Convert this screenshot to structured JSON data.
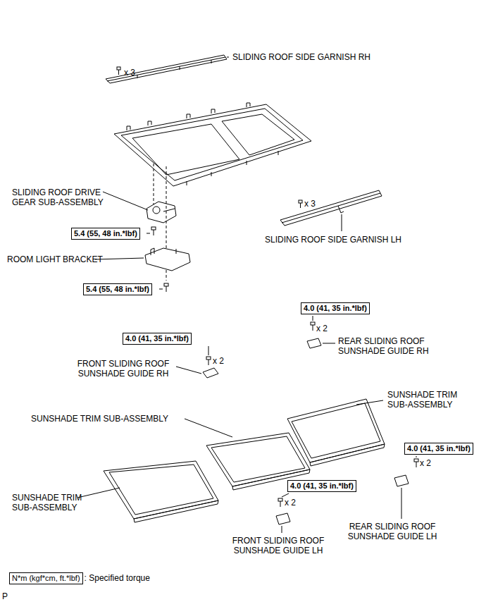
{
  "diagram": {
    "nodes": [
      {
        "text": [
          "5.4 (55, 48 in.*lbf)"
        ]
      },
      {
        "text": [
          "5.4 (55, 48 in.*lbf)"
        ]
      },
      {
        "text": [
          "4.0 (41, 35 in.*lbf)"
        ]
      },
      {
        "text": [
          "4.0 (41, 35 in.*lbf)"
        ]
      },
      {
        "text": [
          "4.0 (41, 35 in.*lbf)"
        ]
      },
      {
        "text": [
          "4.0 (41, 35 in.*lbf)"
        ]
      },
      {
        "text": [
          "N*m (kgf*cm, ft.*lbf)"
        ]
      }
    ],
    "labels": [
      "x 3",
      "SLIDING ROOF SIDE GARNISH RH",
      "SLIDING ROOF DRIVE GEAR SUB-ASSEMBLY",
      "ROOM LIGHT BRACKET",
      "x 3",
      "SLIDING ROOF SIDE GARNISH LH",
      "x 2",
      "REAR SLIDING ROOF SUNSHADE GUIDE RH",
      "x 2",
      "FRONT SLIDING ROOF SUNSHADE GUIDE RH",
      "SUNSHADE TRIM SUB-ASSEMBLY",
      "SUNSHADE TRIM SUB-ASSEMBLY",
      "SUNSHADE TRIM SUB-ASSEMBLY",
      "x 2",
      "FRONT SLIDING ROOF SUNSHADE GUIDE LH",
      "x 2",
      "REAR SLIDING ROOF SUNSHADE GUIDE LH",
      "P"
    ],
    "legend": [
      {
        "text": ": Specified torque"
      }
    ]
  }
}
